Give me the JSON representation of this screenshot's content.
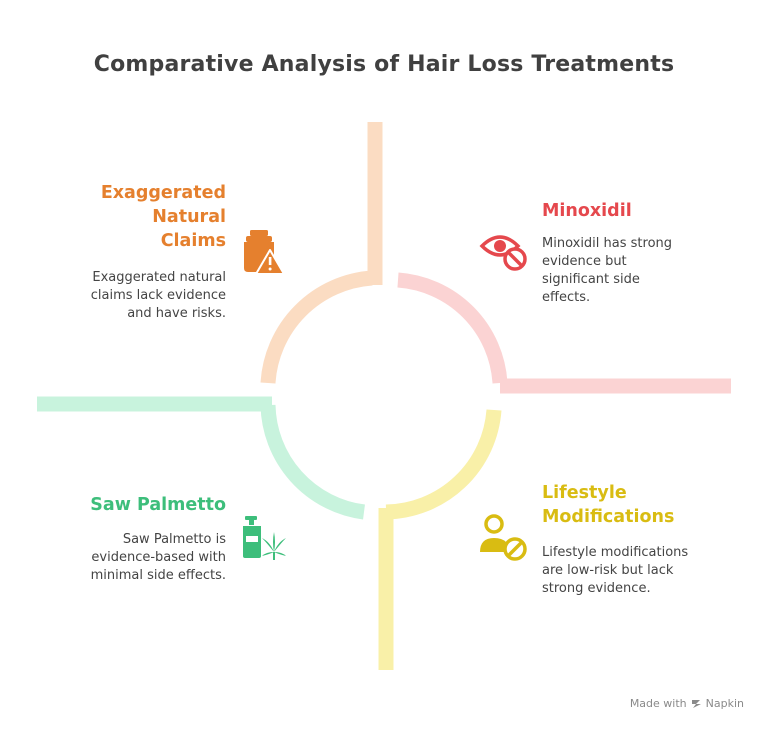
{
  "title": "Comparative Analysis of Hair Loss Treatments",
  "colors": {
    "orange": "#E5802E",
    "red": "#E5484D",
    "green": "#3DBE7B",
    "yellow": "#D9BC12",
    "orange_light": "#FBDCC2",
    "red_light": "#FBD3D3",
    "green_light": "#C8F3DD",
    "yellow_light": "#F9F0A8"
  },
  "quadrants": {
    "top_left": {
      "title": "Exaggerated\nNatural\nClaims",
      "description": "Exaggerated natural\nclaims lack evidence\nand have risks.",
      "icon": "warning-jar-icon"
    },
    "top_right": {
      "title": "Minoxidil",
      "description": "Minoxidil has strong\nevidence but\nsignificant side\neffects.",
      "icon": "eye-no-icon"
    },
    "bottom_left": {
      "title": "Saw Palmetto",
      "description": "Saw Palmetto is\nevidence-based with\nminimal side effects.",
      "icon": "bottle-leaf-icon"
    },
    "bottom_right": {
      "title": "Lifestyle\nModifications",
      "description": "Lifestyle modifications\nare low-risk but lack\nstrong evidence.",
      "icon": "person-no-icon"
    }
  },
  "footer": {
    "made_with": "Made with",
    "brand": "Napkin"
  }
}
